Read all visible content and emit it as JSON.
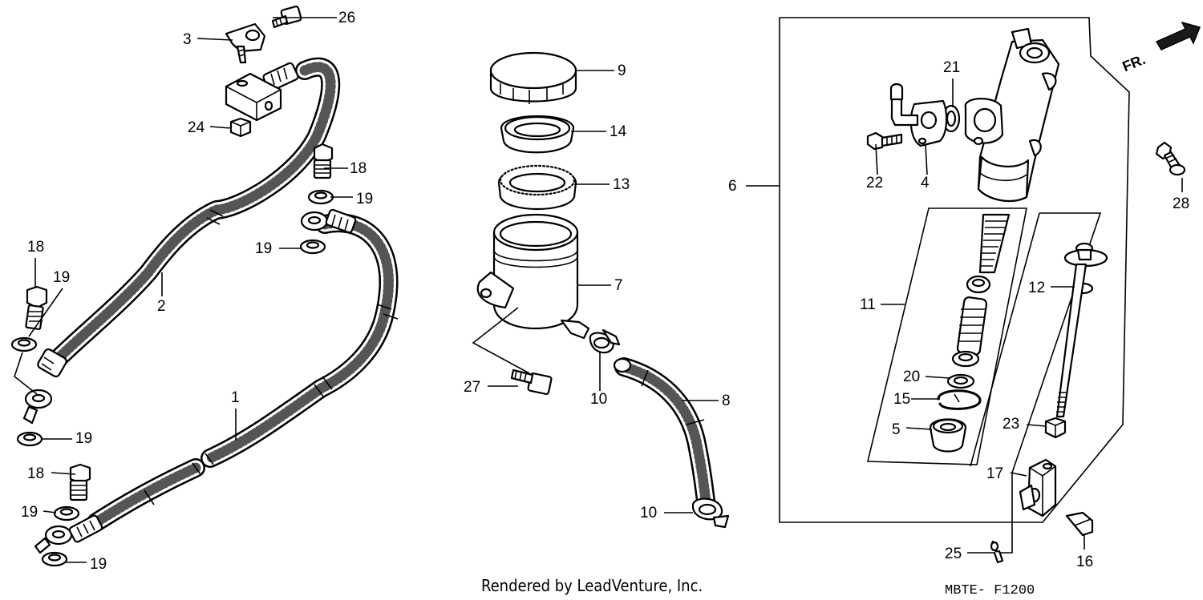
{
  "diagram": {
    "callouts": {
      "p1": "1",
      "p2": "2",
      "p3": "3",
      "p4": "4",
      "p5": "5",
      "p6": "6",
      "p7": "7",
      "p8": "8",
      "p9": "9",
      "p10a": "10",
      "p10b": "10",
      "p11": "11",
      "p12": "12",
      "p13": "13",
      "p14": "14",
      "p15": "15",
      "p16": "16",
      "p17": "17",
      "p18a": "18",
      "p18b": "18",
      "p18c": "18",
      "p19a": "19",
      "p19b": "19",
      "p19c": "19",
      "p19d": "19",
      "p19e": "19",
      "p19f": "19",
      "p20": "20",
      "p21": "21",
      "p22": "22",
      "p23": "23",
      "p24": "24",
      "p25": "25",
      "p26": "26",
      "p27": "27",
      "p28": "28"
    },
    "direction_label": "FR.",
    "diagram_code": "MBTE- F1200"
  },
  "footer": {
    "credit": "Rendered by LeadVenture, Inc."
  },
  "colors": {
    "line": "#000000",
    "background": "#ffffff",
    "stipple": "#555555"
  }
}
